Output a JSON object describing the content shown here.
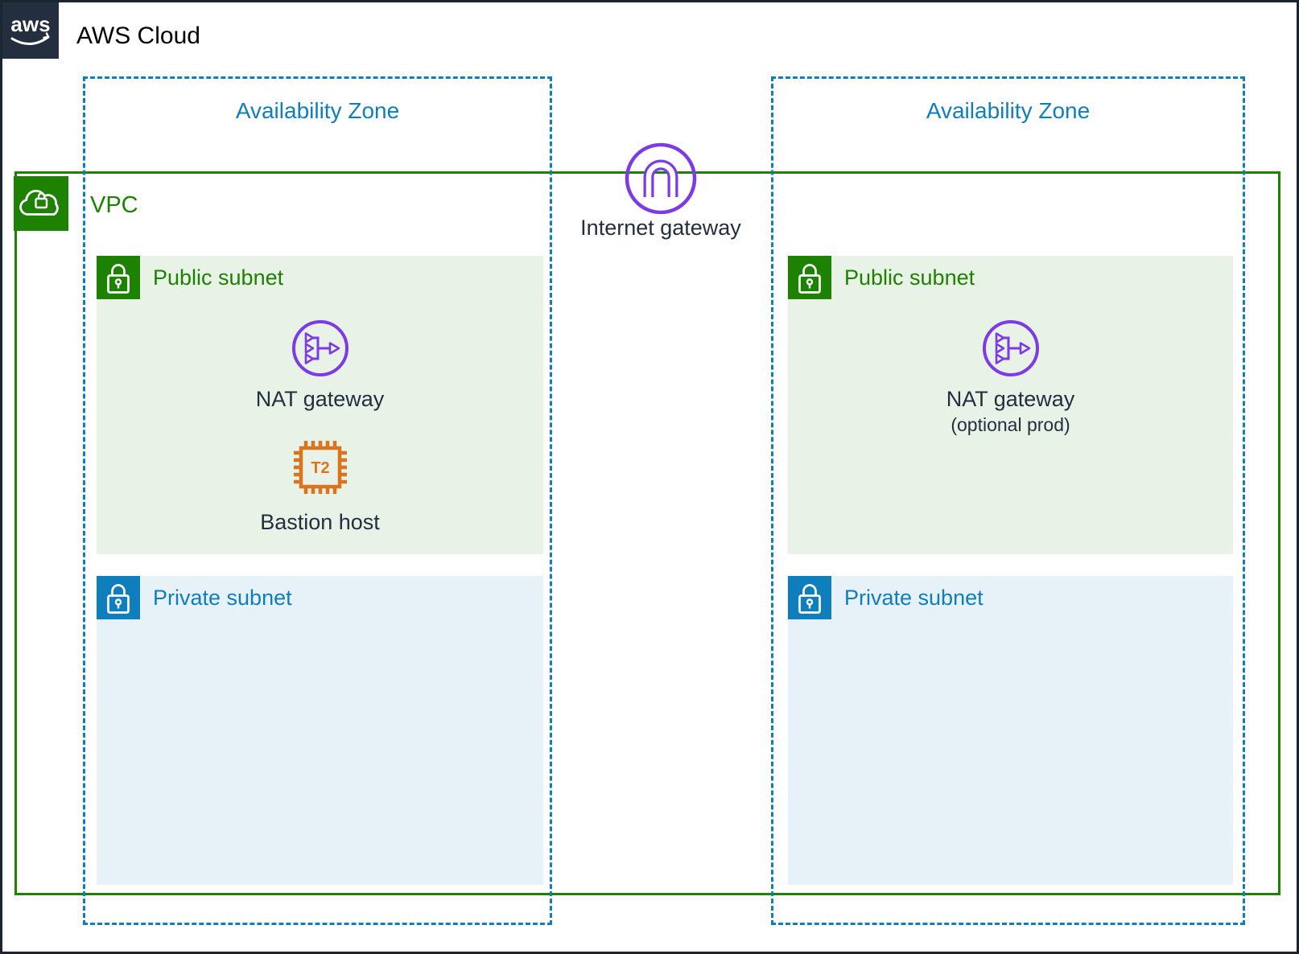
{
  "diagram": {
    "aws_cloud": {
      "logo_text": "aws",
      "title": "AWS Cloud"
    },
    "vpc": {
      "label": "VPC"
    },
    "internet_gateway": {
      "label": "Internet gateway"
    },
    "availability_zones": [
      {
        "label": "Availability Zone",
        "public_subnet": {
          "label": "Public subnet",
          "nat_gateway": {
            "label": "NAT gateway"
          },
          "bastion_host": {
            "label": "Bastion host",
            "chip_label": "T2"
          }
        },
        "private_subnet": {
          "label": "Private subnet"
        }
      },
      {
        "label": "Availability Zone",
        "public_subnet": {
          "label": "Public subnet",
          "nat_gateway": {
            "label": "NAT gateway",
            "sublabel": "(optional prod)"
          }
        },
        "private_subnet": {
          "label": "Private subnet"
        }
      }
    ]
  },
  "colors": {
    "green": "#1D8102",
    "blue": "#0F7EBC",
    "purple": "#7C3BE6",
    "orange": "#D9751E",
    "navy": "#232F3E",
    "public_subnet_bg": "#E9F2E6",
    "private_subnet_bg": "#E7F1F8"
  }
}
